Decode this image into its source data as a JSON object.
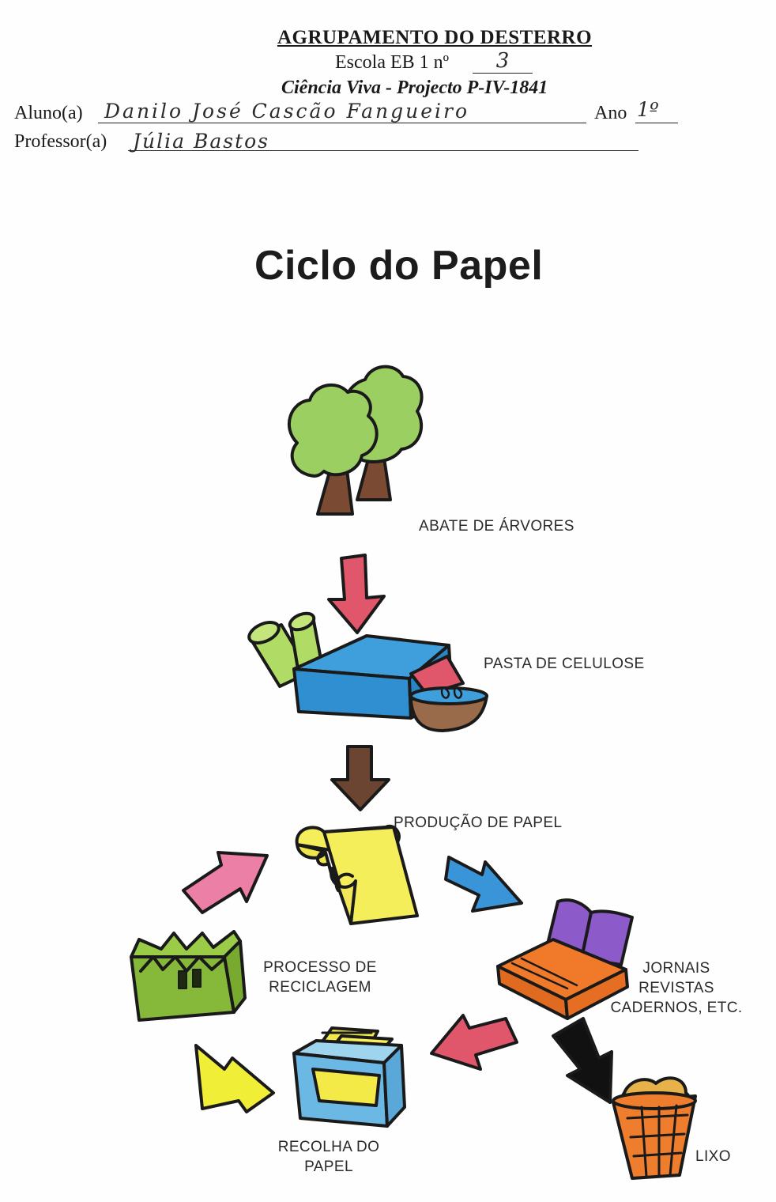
{
  "header": {
    "school": "AGRUPAMENTO DO DESTERRO",
    "escola_label": "Escola EB 1 nº",
    "escola_number": "3",
    "project": "Ciência Viva - Projecto P-IV-1841",
    "aluno_label": "Aluno(a)",
    "aluno_name": "Danilo José Cascão Fangueiro",
    "ano_label": "Ano",
    "ano_value": "1º",
    "professor_label": "Professor(a)",
    "professor_name": "Júlia Bastos"
  },
  "title": "Ciclo do Papel",
  "stages": {
    "abate": "ABATE DE ÁRVORES",
    "pasta": "PASTA DE CELULOSE",
    "producao": "PRODUÇÃO DE PAPEL",
    "processo": [
      "PROCESSO DE",
      "RECICLAGEM"
    ],
    "jornais": [
      "JORNAIS",
      "REVISTAS",
      "CADERNOS, ETC."
    ],
    "recolha": [
      "RECOLHA DO",
      "PAPEL"
    ],
    "lixo": "LIXO"
  },
  "colors": {
    "tree_green": "#9ccf62",
    "trunk_brown": "#7a4a33",
    "arrow_red": "#e0566a",
    "arrow_brown": "#6b4532",
    "pasta_blue": "#3f9fdc",
    "paper_yellow": "#f4ee5a",
    "arrow_pink": "#ec7fa6",
    "arrow_blue": "#3a95d8",
    "arrow_black": "#111111",
    "arrow_yellow": "#f1ee38",
    "recycle_green": "#86b93a",
    "book_purple": "#8c5ac9",
    "book_orange": "#f07a2a",
    "bin_orange": "#ee7d2e",
    "box_blue": "#7cc4e8"
  }
}
